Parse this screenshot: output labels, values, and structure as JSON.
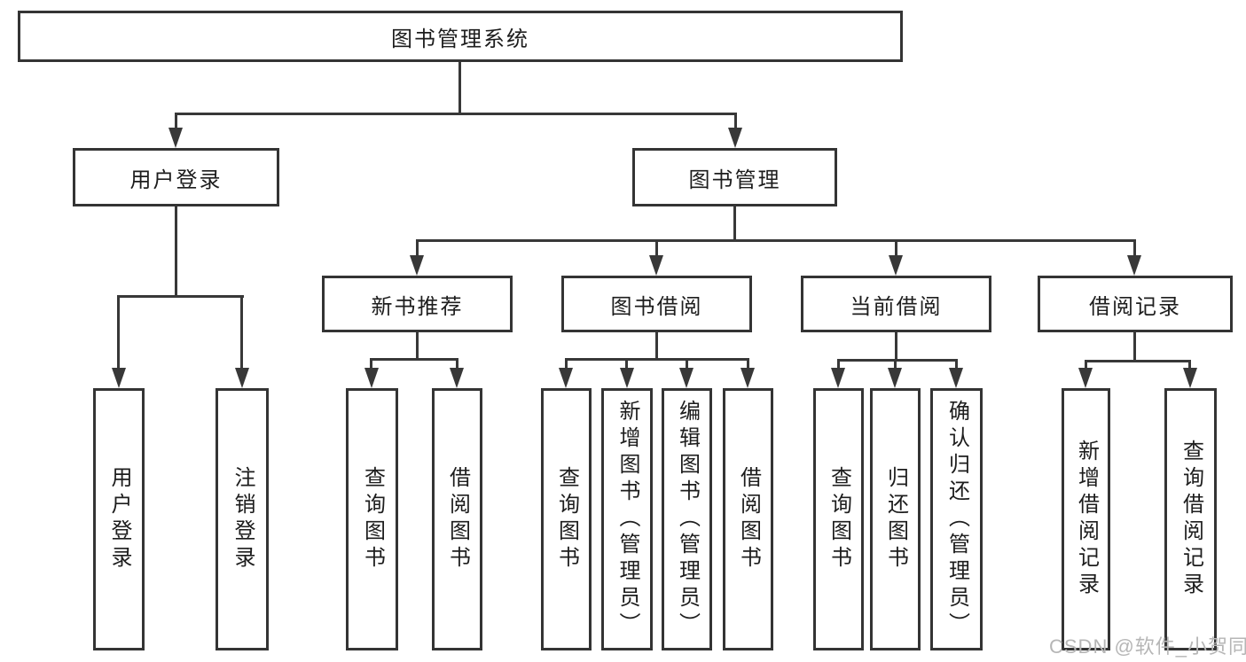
{
  "nodes": {
    "root": {
      "label": "图书管理系统"
    },
    "level2": [
      {
        "label": "用户登录"
      },
      {
        "label": "图书管理"
      }
    ],
    "level3": [
      {
        "label": "新书推荐"
      },
      {
        "label": "图书借阅"
      },
      {
        "label": "当前借阅"
      },
      {
        "label": "借阅记录"
      }
    ],
    "leaves": [
      {
        "label": "用户登录"
      },
      {
        "label": "注销登录"
      },
      {
        "label": "查询图书"
      },
      {
        "label": "借阅图书"
      },
      {
        "label": "查询图书"
      },
      {
        "label": "新增图书（管理员）"
      },
      {
        "label": "编辑图书（管理员）"
      },
      {
        "label": "借阅图书"
      },
      {
        "label": "查询图书"
      },
      {
        "label": "归还图书"
      },
      {
        "label": "确认归还（管理员）"
      },
      {
        "label": "新增借阅记录"
      },
      {
        "label": "查询借阅记录"
      }
    ]
  },
  "watermark": {
    "text": "CSDN @软件_小贺同学"
  },
  "colors": {
    "line": "#383838",
    "box_border": "#343434",
    "text": "#1d1d1d",
    "background": "#ffffff",
    "watermark": "#b6b6b6"
  }
}
